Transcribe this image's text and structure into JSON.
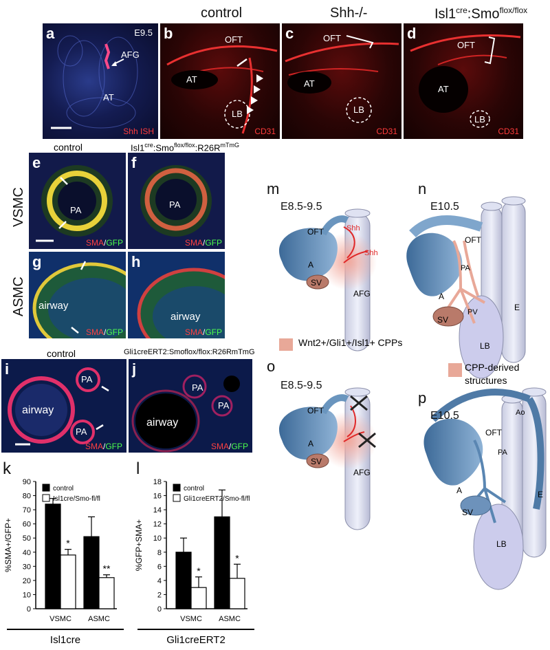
{
  "top_row": {
    "stage": "E9.5",
    "headers": {
      "b": "control",
      "c": "Shh-/-",
      "d": "Isl1cre:Smoflox/flox"
    },
    "panel_a": {
      "letter": "a",
      "labels": [
        "AFG",
        "AT"
      ],
      "stain": "Shh ISH"
    },
    "panel_b": {
      "letter": "b",
      "labels": [
        "OFT",
        "AT",
        "LB"
      ],
      "stain": "CD31"
    },
    "panel_c": {
      "letter": "c",
      "labels": [
        "OFT",
        "AT",
        "LB"
      ],
      "stain": "CD31"
    },
    "panel_d": {
      "letter": "d",
      "labels": [
        "OFT",
        "AT",
        "LB"
      ],
      "stain": "CD31"
    }
  },
  "mid_left": {
    "header_control": "control",
    "header_mutant_base": "Isl1",
    "header_mutant_sup1": "cre",
    "header_mutant_mid": ":Smo",
    "header_mutant_sup2": "flox/flox",
    "header_mutant_mid2": ":R26R",
    "header_mutant_sup3": "mTmG",
    "row1_label": "VSMC",
    "row2_label": "ASMC",
    "panels": [
      {
        "letter": "e",
        "label": "PA",
        "stain_red": "SMA",
        "stain_sep": "/",
        "stain_green": "GFP"
      },
      {
        "letter": "f",
        "label": "PA",
        "stain_red": "SMA",
        "stain_sep": "/",
        "stain_green": "GFP"
      },
      {
        "letter": "g",
        "label": "airway",
        "stain_red": "SMA",
        "stain_sep": "/",
        "stain_green": "GFP"
      },
      {
        "letter": "h",
        "label": "airway",
        "stain_red": "SMA",
        "stain_sep": "/",
        "stain_green": "GFP"
      }
    ]
  },
  "ij_row": {
    "header_control": "control",
    "header_mutant": "Gli1creERT2:Smoflox/flox:R26RmTmG",
    "panel_i": {
      "letter": "i",
      "labels": [
        "PA",
        "airway",
        "PA"
      ],
      "stain_red": "SMA",
      "stain_sep": "/",
      "stain_green": "GFP"
    },
    "panel_j": {
      "letter": "j",
      "labels": [
        "PA",
        "airway",
        "PA"
      ],
      "stain_red": "SMA",
      "stain_sep": "/",
      "stain_green": "GFP"
    }
  },
  "diagrams": {
    "m": {
      "letter": "m",
      "stage": "E8.5-9.5",
      "labels": [
        "OFT",
        "A",
        "SV",
        "AFG",
        "Shh",
        "Shh"
      ]
    },
    "n": {
      "letter": "n",
      "stage": "E10.5",
      "labels": [
        "OFT",
        "PA",
        "A",
        "PV",
        "SV",
        "LB",
        "E"
      ]
    },
    "o": {
      "letter": "o",
      "stage": "E8.5-9.5",
      "labels": [
        "OFT",
        "A",
        "SV",
        "AFG"
      ]
    },
    "p": {
      "letter": "p",
      "stage": "E10.5",
      "labels": [
        "Ao",
        "OFT",
        "PA",
        "A",
        "SV",
        "LB",
        "E"
      ]
    },
    "legend_cpp": "Wnt2+/Gli1+/Isl1+ CPPs",
    "legend_struct_1": "CPP-derived",
    "legend_struct_2": "structures"
  },
  "chart_data": [
    {
      "type": "bar",
      "panel": "k",
      "categories": [
        "VSMC",
        "ASMC"
      ],
      "series": [
        {
          "name": "control",
          "values": [
            74,
            51
          ],
          "errors": [
            4,
            14
          ],
          "color": "#000000"
        },
        {
          "name": "Isl1cre/Smo-fl/fl",
          "values": [
            38,
            22
          ],
          "errors": [
            4,
            2
          ],
          "color": "#ffffff"
        }
      ],
      "significance": [
        "*",
        "**"
      ],
      "ylabel": "%SMA+/GFP+",
      "ylim": [
        0,
        90
      ],
      "yticks": [
        0,
        10,
        20,
        30,
        40,
        50,
        60,
        70,
        80,
        90
      ],
      "group_label": "Isl1cre",
      "legend": "top-left"
    },
    {
      "type": "bar",
      "panel": "l",
      "categories": [
        "VSMC",
        "ASMC"
      ],
      "series": [
        {
          "name": "control",
          "values": [
            8,
            13
          ],
          "errors": [
            2,
            3.8
          ],
          "color": "#000000"
        },
        {
          "name": "Gli1creERT2/Smo-fl/fl",
          "values": [
            3,
            4.3
          ],
          "errors": [
            1.5,
            2
          ],
          "color": "#ffffff"
        }
      ],
      "significance": [
        "*",
        "*"
      ],
      "ylabel": "%GFP+SMA+",
      "ylim": [
        0,
        18
      ],
      "yticks": [
        0,
        2,
        4,
        6,
        8,
        10,
        12,
        14,
        16,
        18
      ],
      "group_label": "Gli1creERT2",
      "legend": "top-left"
    }
  ]
}
